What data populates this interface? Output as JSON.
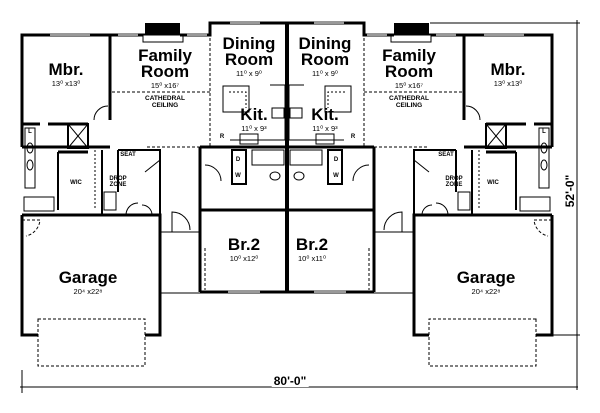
{
  "units": [
    {
      "side": "left",
      "mbr": {
        "name": "Mbr.",
        "dim": "13⁰ x13⁰"
      },
      "family": {
        "name_1": "Family",
        "name_2": "Room",
        "dim": "15⁰ x16⁷",
        "note_1": "CATHEDRAL",
        "note_2": "CEILING"
      },
      "dining": {
        "name_1": "Dining",
        "name_2": "Room",
        "dim": "11⁰ x 9⁰"
      },
      "kitchen": {
        "name": "Kit.",
        "dim": "11⁰ x 9³",
        "fridge": "R"
      },
      "br2": {
        "name": "Br.2",
        "dim": "10⁰ x12⁰"
      },
      "garage": {
        "name": "Garage",
        "dim": "20⁴ x22⁸"
      },
      "wic": "WIC",
      "seat": "SEAT",
      "drop_1": "DROP",
      "drop_2": "ZONE",
      "linen": "L",
      "dryer": "D",
      "washer": "W"
    },
    {
      "side": "right",
      "mbr": {
        "name": "Mbr.",
        "dim": "13⁰ x13⁰"
      },
      "family": {
        "name_1": "Family",
        "name_2": "Room",
        "dim": "15⁰ x16⁷",
        "note_1": "CATHEDRAL",
        "note_2": "CEILING"
      },
      "dining": {
        "name_1": "Dining",
        "name_2": "Room",
        "dim": "11⁰ x 9⁰"
      },
      "kitchen": {
        "name": "Kit.",
        "dim": "11⁰ x 9³",
        "fridge": "R"
      },
      "br2": {
        "name": "Br.2",
        "dim": "10⁰ x11⁰"
      },
      "garage": {
        "name": "Garage",
        "dim": "20⁴ x22⁸"
      },
      "wic": "WIC",
      "seat": "SEAT",
      "drop_1": "DROP",
      "drop_2": "ZONE",
      "linen": "L",
      "dryer": "D",
      "washer": "W"
    }
  ],
  "dimensions": {
    "width": "80'-0\"",
    "depth": "52'-0\""
  }
}
